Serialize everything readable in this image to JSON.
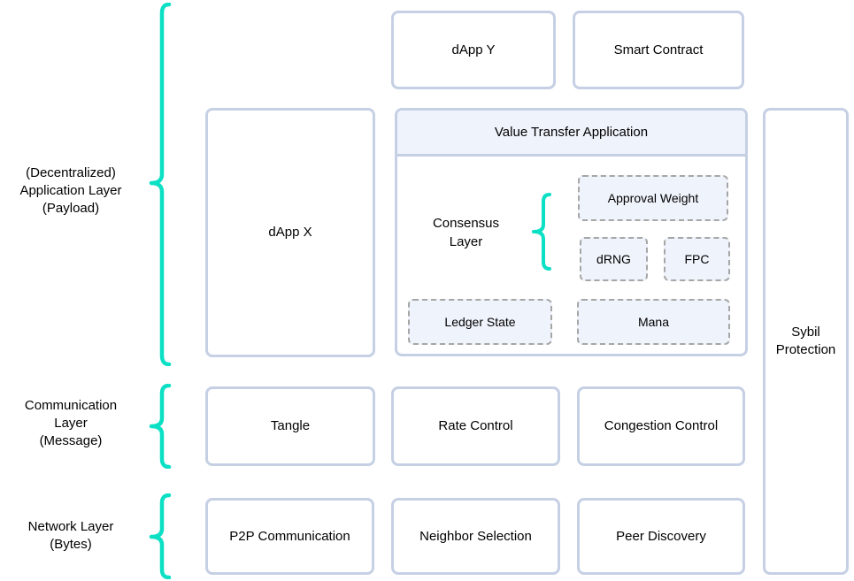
{
  "colors": {
    "background": "#ffffff",
    "box_border": "#c6d0e4",
    "box_fill": "#ffffff",
    "tinted_fill": "#eff3fb",
    "dashed_border": "#a6a6a6",
    "brace": "#0be0c5",
    "text": "#000000"
  },
  "side_labels": {
    "application": {
      "line1": "(Decentralized)",
      "line2": "Application Layer",
      "line3": "(Payload)"
    },
    "communication": {
      "line1": "Communication",
      "line2": "Layer",
      "line3": "(Message)"
    },
    "network": {
      "line1": "Network Layer",
      "line2": "(Bytes)"
    }
  },
  "boxes": {
    "dapp_y": "dApp Y",
    "smart_contract": "Smart Contract",
    "dapp_x": "dApp X",
    "value_transfer_header": "Value Transfer Application",
    "consensus": {
      "line1": "Consensus",
      "line2": "Layer"
    },
    "approval_weight": "Approval Weight",
    "drng": "dRNG",
    "fpc": "FPC",
    "ledger_state": "Ledger State",
    "mana": "Mana",
    "sybil": {
      "line1": "Sybil",
      "line2": "Protection"
    },
    "tangle": "Tangle",
    "rate_control": "Rate Control",
    "congestion_control": "Congestion Control",
    "p2p_communication": "P2P Communication",
    "neighbor_selection": "Neighbor Selection",
    "peer_discovery": "Peer Discovery"
  }
}
